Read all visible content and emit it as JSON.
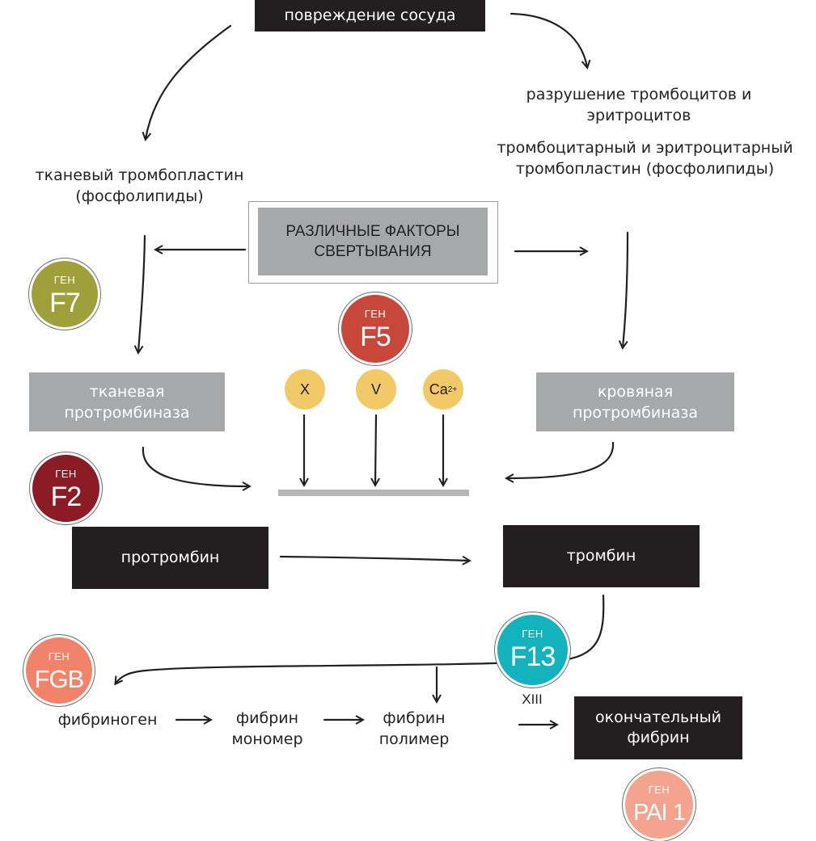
{
  "top": {
    "vessel_damage": "повреждение сосуда"
  },
  "left": {
    "tissue_thromboplastin": "тканевый тромбопластин (фосфолипиды)",
    "tissue_prothrombinase": "тканевая протромбиназа"
  },
  "right": {
    "cell_destruction": "разрушение тромбоцитов и эритроцитов",
    "platelet_thromboplastin": "тромбоцитарный и эритроцитарный тромбопластин (фосфолипиды)",
    "blood_prothrombinase": "кровяная протромбиназа"
  },
  "center": {
    "coagulation_factors": "РАЗЛИЧНЫЕ ФАКТОРЫ СВЕРТЫВАНИЯ",
    "cofactors": [
      {
        "label": "X"
      },
      {
        "label": "V"
      },
      {
        "label": "Ca",
        "sup": "2+"
      }
    ]
  },
  "boxes": {
    "prothrombin": "протромбин",
    "thrombin": "тромбин",
    "final_fibrin": "окончательный фибрин"
  },
  "chain": {
    "fibrinogen": "фибриноген",
    "fibrin_monomer": "фибрин мономер",
    "fibrin_polymer": "фибрин полимер",
    "factor_xiii": "XIII"
  },
  "genes": {
    "prefix": "ГЕН",
    "f7": {
      "name": "F7",
      "color": "#a0a03a"
    },
    "f5": {
      "name": "F5",
      "color": "#c7473a"
    },
    "f2": {
      "name": "F2",
      "color": "#8b1b25"
    },
    "f13": {
      "name": "F13",
      "color": "#13b3bd"
    },
    "fgb": {
      "name": "FGB",
      "color": "#f2836b"
    },
    "pai1": {
      "name": "PAI 1",
      "color": "#f4a38f"
    }
  },
  "colors": {
    "dark_box": "#231f20",
    "gray_box": "#a7a8aa",
    "cofactor": "#f2c967",
    "line": "#231f20",
    "reaction_bar": "#b4b5b7"
  }
}
